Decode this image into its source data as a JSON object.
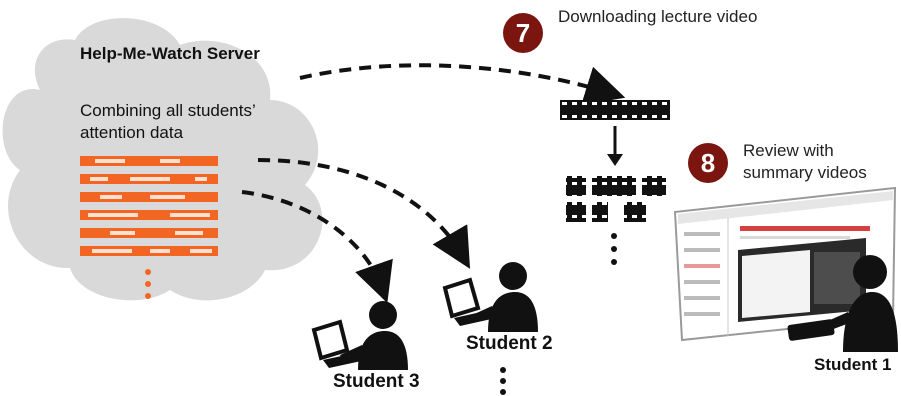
{
  "server": {
    "title": "Help-Me-Watch Server",
    "description": "Combining all students’ attention data"
  },
  "steps": [
    {
      "number": "7",
      "label": "Downloading lecture video"
    },
    {
      "number": "8",
      "label": "Review with summary videos"
    }
  ],
  "students": {
    "s1": "Student 1",
    "s2": "Student 2",
    "s3": "Student 3"
  },
  "colors": {
    "cloud": "#d9d9d9",
    "attention_bar": "#f26522",
    "badge": "#7a1510",
    "figure": "#111111"
  },
  "icons": [
    "cloud-icon",
    "film-strip-icon",
    "laptop-icon",
    "person-icon",
    "monitor-icon"
  ]
}
